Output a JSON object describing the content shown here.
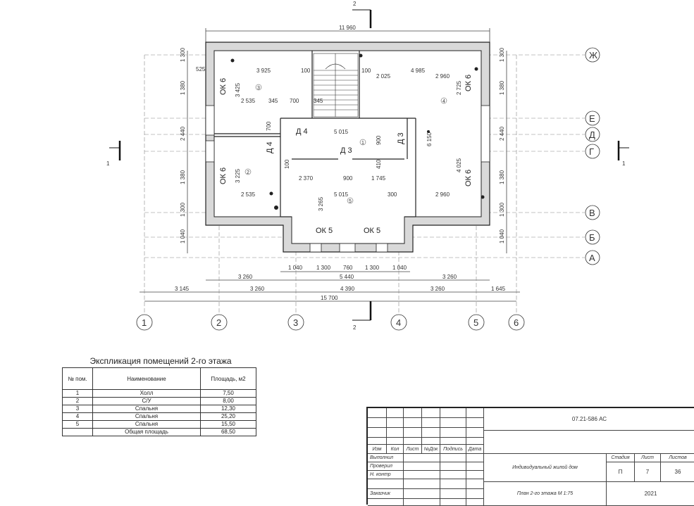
{
  "plan": {
    "overall_top": "11 960",
    "overall_bottom": "15 700",
    "bottom_row1": [
      "1 040",
      "1 300",
      "760",
      "1 300",
      "1 040"
    ],
    "bottom_row1_total": "5 440",
    "bottom_row2": [
      "3 260",
      "3 260"
    ],
    "bottom_row3": [
      "3 145",
      "3 260",
      "4 390",
      "3 260",
      "1 645"
    ],
    "left_dims": [
      "1 300",
      "1 380",
      "2 440",
      "1 380",
      "1 300",
      "1 040"
    ],
    "right_dims": [
      "1 300",
      "1 380",
      "2 440",
      "1 380",
      "1 300",
      "1 040"
    ],
    "axes_letters": [
      "Ж",
      "Е",
      "Д",
      "Г",
      "В",
      "Б",
      "А"
    ],
    "axes_numbers": [
      "1",
      "2",
      "3",
      "4",
      "5",
      "6"
    ],
    "section_marks": [
      "2",
      "2",
      "1",
      "1"
    ],
    "windows": [
      "ОК 6",
      "ОК 6",
      "ОК 6",
      "ОК 6",
      "ОК 5",
      "ОК 5"
    ],
    "doors": [
      "Д 3",
      "Д 3",
      "Д 4",
      "Д 4"
    ],
    "rooms": [
      "1",
      "2",
      "3",
      "4",
      "5"
    ],
    "inner_dims": {
      "r3_top": "3 925",
      "r3_100": "100",
      "r3_2535": "2 535",
      "r3_345a": "345",
      "r3_700": "700",
      "r3_345b": "345",
      "r3_v": "3 425",
      "r4_100": "100",
      "r4_2025": "2 025",
      "r4_4985": "4 985",
      "r4_2960": "2 960",
      "r4_v": "2 725",
      "r4_6150": "6 150",
      "hall_5015": "5 015",
      "hall_900": "900",
      "r2_3225": "3 225",
      "r2_2535": "2 535",
      "r5_2370": "2 370",
      "r5_900": "900",
      "r5_1745": "1 745",
      "r5_5015": "5 015",
      "r5_300": "300",
      "r5_3265": "3 265",
      "r4_4025": "4 025",
      "r4_2960b": "2 960",
      "d_410": "410",
      "d_700": "700",
      "d_100": "100",
      "w_525": "525"
    }
  },
  "explication": {
    "title": "Экспликация помещений 2-го этажа",
    "headers": [
      "№ пом.",
      "Наименование",
      "Площадь, м2"
    ],
    "rows": [
      [
        "1",
        "Холл",
        "7,50"
      ],
      [
        "2",
        "С/У",
        "8,00"
      ],
      [
        "3",
        "Спальня",
        "12,30"
      ],
      [
        "4",
        "Спальня",
        "25,20"
      ],
      [
        "5",
        "Спальня",
        "15,50"
      ],
      [
        "",
        "Общая площадь",
        "68,50"
      ]
    ]
  },
  "stamp": {
    "code": "07.21-586 АС",
    "cols": [
      "Изм",
      "Кол",
      "Лист",
      "№Док",
      "Подпись",
      "Дата"
    ],
    "roles": [
      "Выполнил",
      "Проверил",
      "Н. контр",
      "Заказчик"
    ],
    "object": "Индивидуальный жилой дом",
    "sheet_title": "План 2-го этажа М 1:75",
    "stage_h": "Стадия",
    "sheet_h": "Лист",
    "sheets_h": "Листов",
    "stage": "П",
    "sheet": "7",
    "sheets": "36",
    "year": "2021"
  }
}
